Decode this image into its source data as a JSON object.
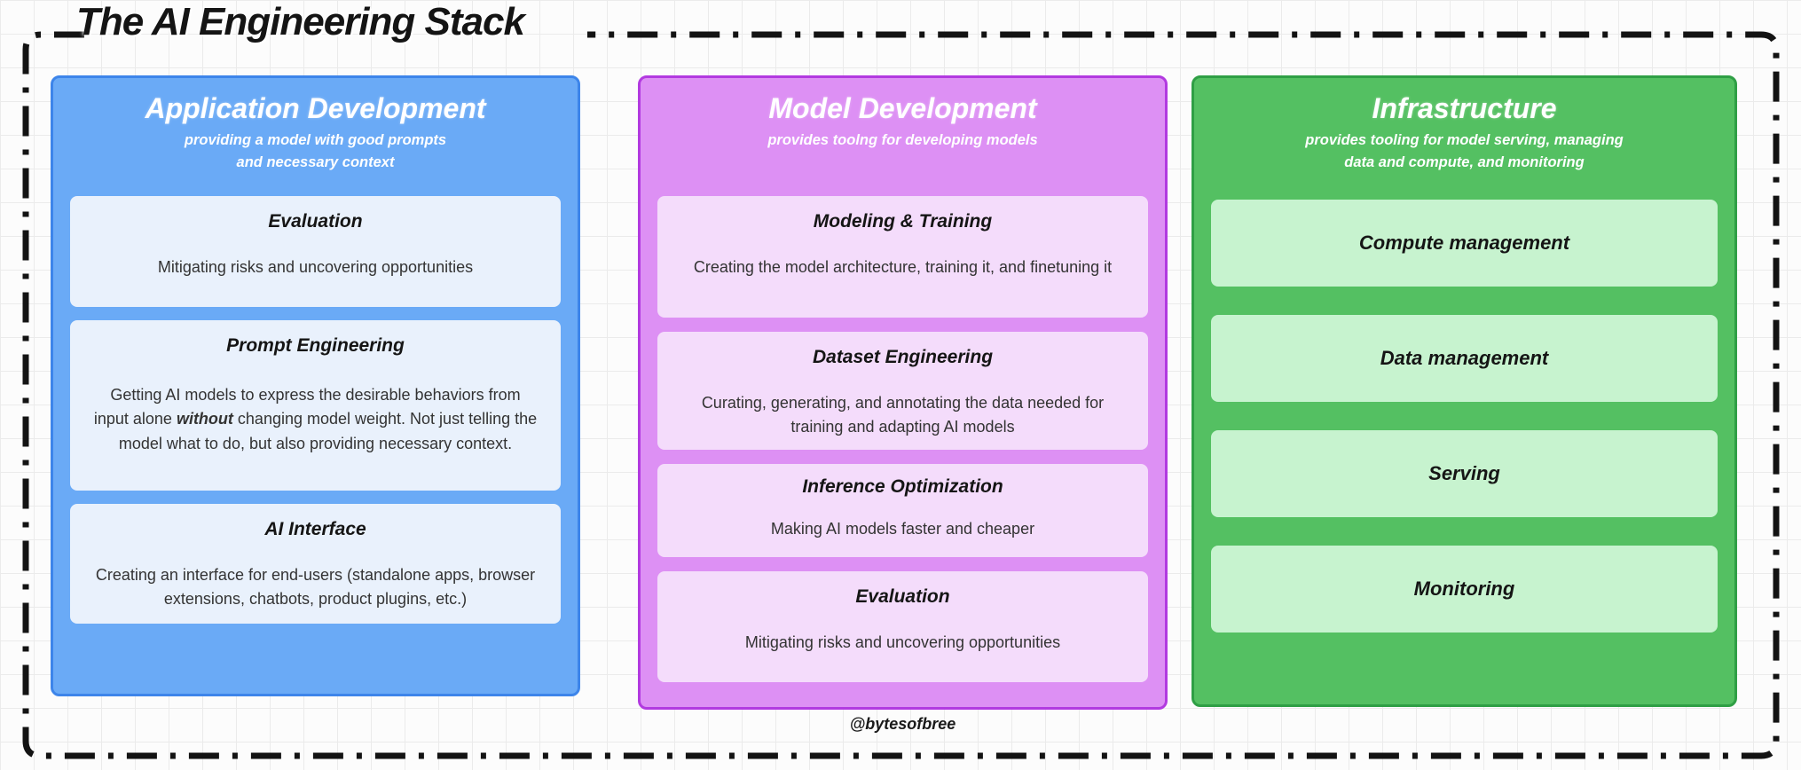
{
  "page": {
    "title": "The AI Engineering Stack",
    "watermark": "@bytesofbree",
    "colors": {
      "background": "#fcfcfc",
      "grid_line": "#ebebeb",
      "frame_dash": "#131313"
    }
  },
  "columns": [
    {
      "title": "Application Development",
      "subtitle_line1": "providing a model with good prompts",
      "subtitle_line2": "and necessary context",
      "colors": {
        "fill": "#6aaaf6",
        "border": "#3d85ea",
        "card": "#e9f1fc"
      },
      "cards": [
        {
          "title": "Evaluation",
          "body_pre": "Mitigating risks and uncovering opportunities"
        },
        {
          "title": "Prompt Engineering",
          "body_pre": "Getting AI models to express the desirable behaviors from input alone ",
          "body_em": "without",
          "body_post": " changing model weight. Not just telling the model what to do, but also providing necessary context."
        },
        {
          "title": "AI Interface",
          "body_pre": "Creating an interface for end-users (standalone apps, browser extensions, chatbots, product plugins, etc.)"
        }
      ]
    },
    {
      "title": "Model Development",
      "subtitle_line1": "provides toolng for developing models",
      "colors": {
        "fill": "#dd90f4",
        "border": "#b23ae0",
        "card": "#f4dcfb"
      },
      "cards": [
        {
          "title": "Modeling & Training",
          "body_pre": "Creating the model architecture, training it, and finetuning it"
        },
        {
          "title": "Dataset Engineering",
          "body_pre": "Curating, generating, and annotating the data needed for training and adapting AI models"
        },
        {
          "title": "Inference Optimization",
          "body_pre": "Making AI models faster and cheaper"
        },
        {
          "title": "Evaluation",
          "body_pre": "Mitigating risks and uncovering opportunities"
        }
      ]
    },
    {
      "title": "Infrastructure",
      "subtitle_line1": "provides tooling for model serving, managing",
      "subtitle_line2": "data and compute, and monitoring",
      "colors": {
        "fill": "#54c062",
        "border": "#2f9f45",
        "card": "#c7f3cf"
      },
      "cards": [
        {
          "title": "Compute management"
        },
        {
          "title": "Data management"
        },
        {
          "title": "Serving"
        },
        {
          "title": "Monitoring"
        }
      ]
    }
  ]
}
